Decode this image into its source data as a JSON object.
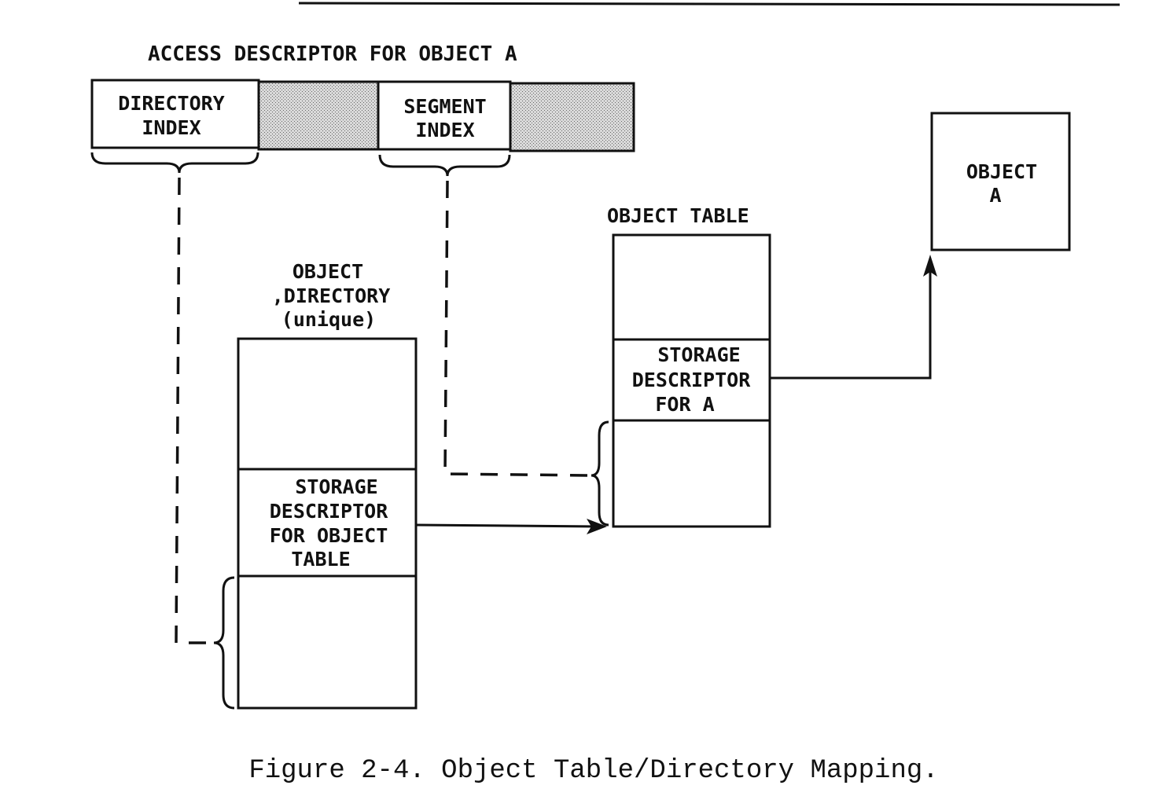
{
  "access_descriptor": {
    "title": "ACCESS DESCRIPTOR FOR OBJECT A",
    "directory_index": [
      "DIRECTORY",
      "INDEX"
    ],
    "segment_index": [
      "SEGMENT",
      "INDEX"
    ]
  },
  "object_directory": {
    "title": [
      "OBJECT",
      ",DIRECTORY",
      "(unique)"
    ],
    "entry": [
      "STORAGE",
      "DESCRIPTOR",
      "FOR OBJECT",
      "TABLE"
    ]
  },
  "object_table": {
    "title": "OBJECT TABLE",
    "entry": [
      "STORAGE",
      "DESCRIPTOR",
      "FOR A"
    ]
  },
  "object_a": {
    "label": [
      "OBJECT",
      "A"
    ]
  },
  "caption": "Figure 2-4. Object Table/Directory Mapping."
}
